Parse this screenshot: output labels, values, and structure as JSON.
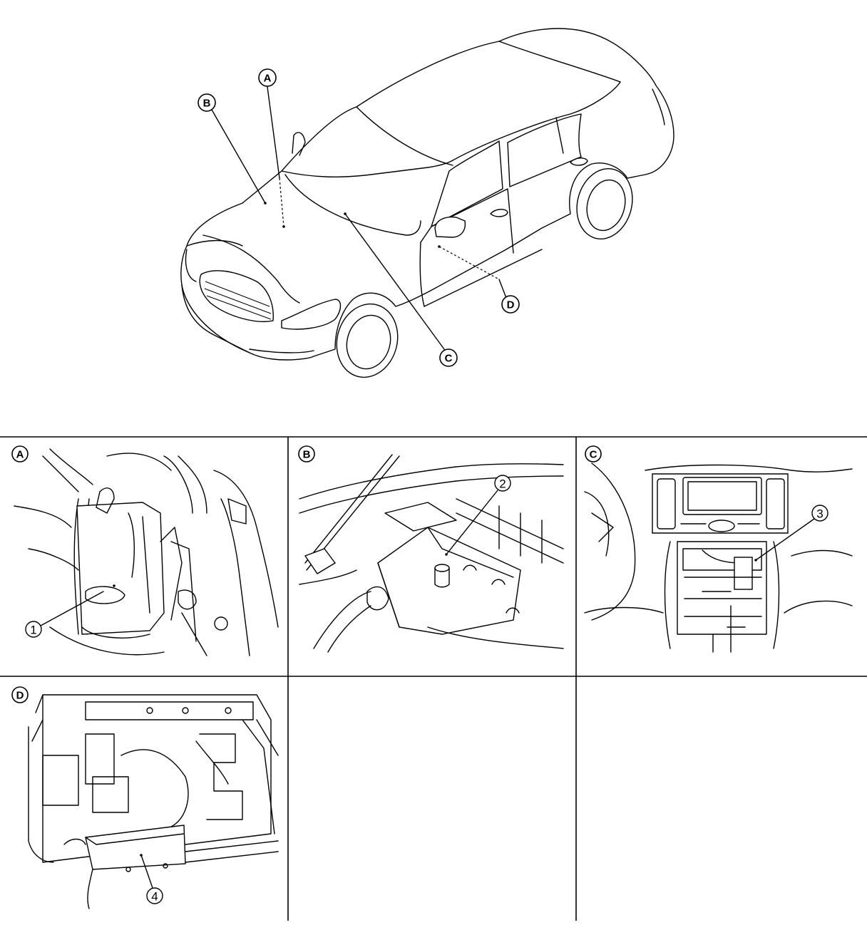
{
  "overview": {
    "callouts": [
      {
        "id": "A",
        "label": "A"
      },
      {
        "id": "B",
        "label": "B"
      },
      {
        "id": "C",
        "label": "C"
      },
      {
        "id": "D",
        "label": "D"
      }
    ]
  },
  "panels": [
    {
      "id": "A",
      "label": "A",
      "item_number": "1"
    },
    {
      "id": "B",
      "label": "B",
      "item_number": "2"
    },
    {
      "id": "C",
      "label": "C",
      "item_number": "3"
    },
    {
      "id": "D",
      "label": "D",
      "item_number": "4"
    }
  ]
}
